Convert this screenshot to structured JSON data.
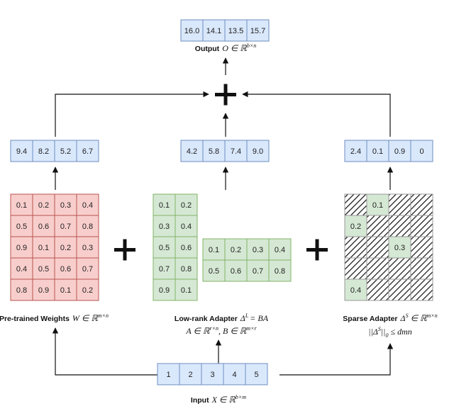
{
  "colors": {
    "blue_fill": "#dae8fc",
    "blue_stroke": "#6c8ebf",
    "red_fill": "#f8cecc",
    "red_stroke": "#b85450",
    "green_fill": "#d5e8d4",
    "green_stroke": "#82b366",
    "line": "#111111"
  },
  "output": {
    "values": [
      "16.0",
      "14.1",
      "13.5",
      "15.7"
    ],
    "label": "Output",
    "math": "O ∈ ℝ",
    "sup": "b×n"
  },
  "sum_vectors": {
    "left": [
      "9.4",
      "8.2",
      "5.2",
      "6.7"
    ],
    "middle": [
      "4.2",
      "5.8",
      "7.4",
      "9.0"
    ],
    "right": [
      "2.4",
      "0.1",
      "0.9",
      "0"
    ]
  },
  "weights": {
    "label": "Pre-trained Weights",
    "math": "W ∈ ℝ",
    "sup": "m×n",
    "rows": [
      [
        "0.1",
        "0.2",
        "0.3",
        "0.4"
      ],
      [
        "0.5",
        "0.6",
        "0.7",
        "0.8"
      ],
      [
        "0.9",
        "0.1",
        "0.2",
        "0.3"
      ],
      [
        "0.4",
        "0.5",
        "0.6",
        "0.7"
      ],
      [
        "0.8",
        "0.9",
        "0.1",
        "0.2"
      ]
    ]
  },
  "lowrank": {
    "label": "Low-rank Adapter",
    "math": "Δ",
    "sup": "L",
    "math2": "= BA",
    "line2_a": "A ∈ ℝ",
    "line2_a_sup": "r×n",
    "line2_b": ", B ∈ ℝ",
    "line2_b_sup": "m×r",
    "b_rows": [
      [
        "0.1",
        "0.2"
      ],
      [
        "0.3",
        "0.4"
      ],
      [
        "0.5",
        "0.6"
      ],
      [
        "0.7",
        "0.8"
      ],
      [
        "0.9",
        "0.1"
      ]
    ],
    "a_rows": [
      [
        "0.1",
        "0.2",
        "0.3",
        "0.4"
      ],
      [
        "0.5",
        "0.6",
        "0.7",
        "0.8"
      ]
    ]
  },
  "sparse": {
    "label": "Sparse Adapter",
    "math": "Δ",
    "sup": "S",
    "math2": "∈ ℝ",
    "sup2": "m×n",
    "line2": "||Δ",
    "line2_sup": "S",
    "line2_rest": "||",
    "line2_sub": "0",
    "line2_end": " ≤ dmn",
    "rows": [
      [
        null,
        "0.1",
        null,
        null
      ],
      [
        "0.2",
        null,
        null,
        null
      ],
      [
        null,
        null,
        "0.3",
        null
      ],
      [
        null,
        null,
        null,
        null
      ],
      [
        "0.4",
        null,
        null,
        null
      ]
    ]
  },
  "input": {
    "values": [
      "1",
      "2",
      "3",
      "4",
      "5"
    ],
    "label": "Input",
    "math": "X ∈ ℝ",
    "sup": "b×m"
  }
}
